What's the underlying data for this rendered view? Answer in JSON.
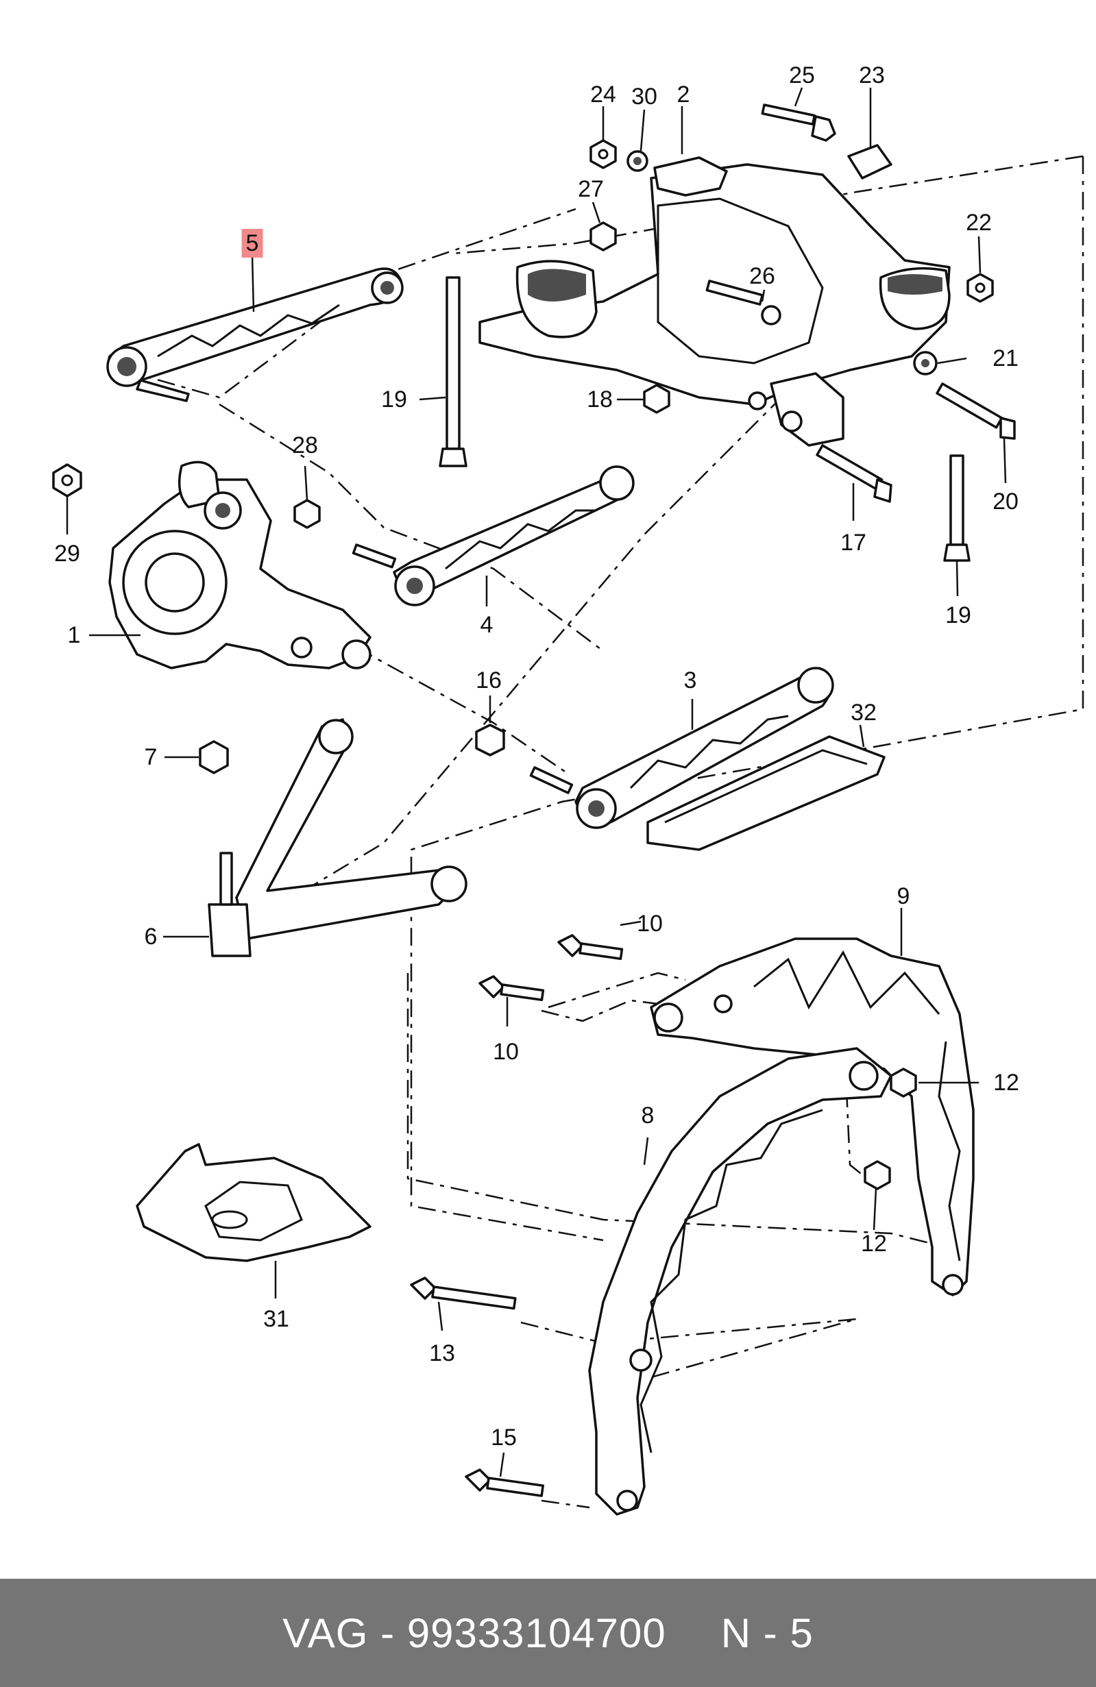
{
  "callouts": [
    {
      "id": "5",
      "label": "5",
      "highlight": true
    },
    {
      "id": "24",
      "label": "24"
    },
    {
      "id": "30",
      "label": "30"
    },
    {
      "id": "2",
      "label": "2"
    },
    {
      "id": "25",
      "label": "25"
    },
    {
      "id": "23",
      "label": "23"
    },
    {
      "id": "27",
      "label": "27"
    },
    {
      "id": "22",
      "label": "22"
    },
    {
      "id": "26",
      "label": "26"
    },
    {
      "id": "21",
      "label": "21"
    },
    {
      "id": "19a",
      "label": "19"
    },
    {
      "id": "18",
      "label": "18"
    },
    {
      "id": "28",
      "label": "28"
    },
    {
      "id": "20",
      "label": "20"
    },
    {
      "id": "29",
      "label": "29"
    },
    {
      "id": "17",
      "label": "17"
    },
    {
      "id": "1",
      "label": "1"
    },
    {
      "id": "4",
      "label": "4"
    },
    {
      "id": "19b",
      "label": "19"
    },
    {
      "id": "16",
      "label": "16"
    },
    {
      "id": "3",
      "label": "3"
    },
    {
      "id": "32",
      "label": "32"
    },
    {
      "id": "7",
      "label": "7"
    },
    {
      "id": "6",
      "label": "6"
    },
    {
      "id": "9",
      "label": "9"
    },
    {
      "id": "10a",
      "label": "10"
    },
    {
      "id": "10b",
      "label": "10"
    },
    {
      "id": "12a",
      "label": "12"
    },
    {
      "id": "8",
      "label": "8"
    },
    {
      "id": "12b",
      "label": "12"
    },
    {
      "id": "31",
      "label": "31"
    },
    {
      "id": "13",
      "label": "13"
    },
    {
      "id": "15",
      "label": "15"
    }
  ],
  "footer": {
    "brand": "VAG - 99333104700",
    "page": "N - 5"
  },
  "colors": {
    "highlight": "#f08a8a",
    "footer_bg": "#757575"
  }
}
